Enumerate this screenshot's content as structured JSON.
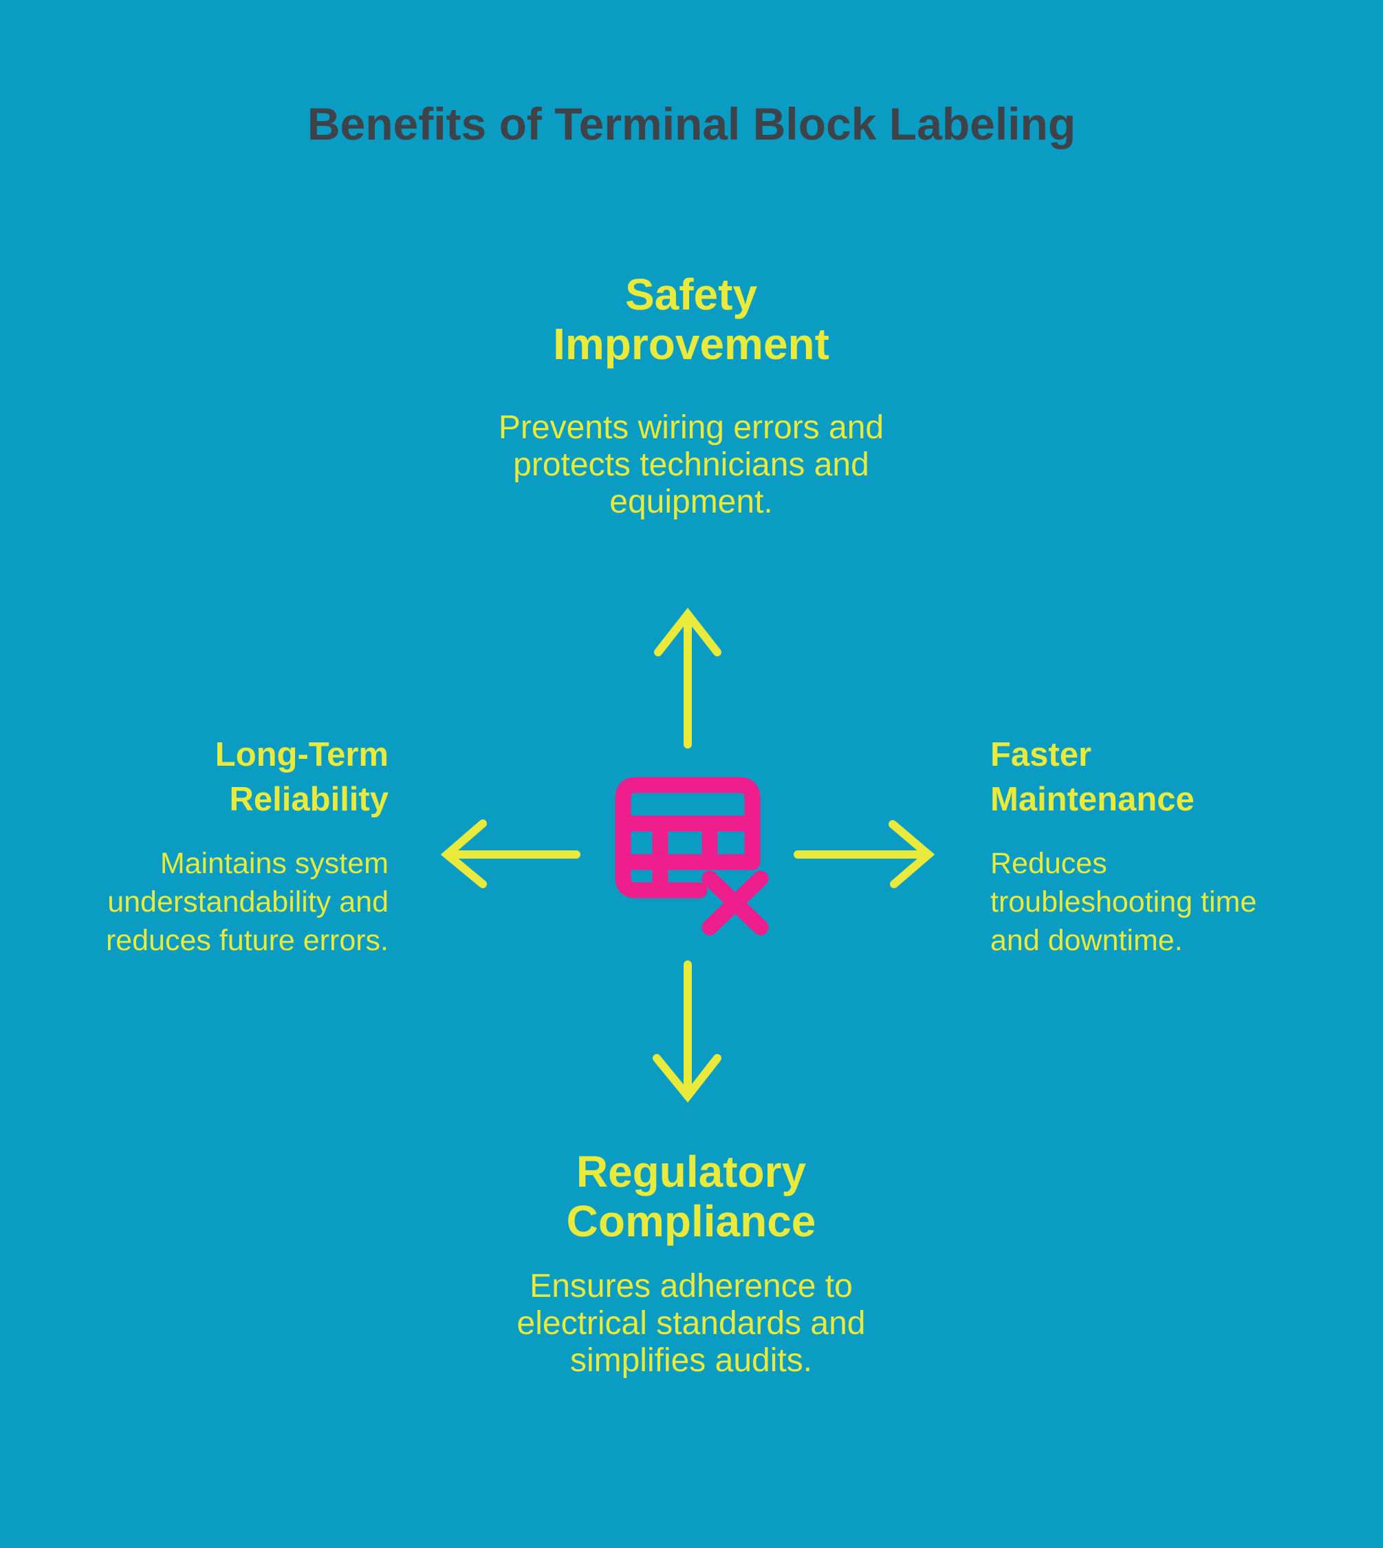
{
  "title": "Benefits of Terminal Block Labeling",
  "colors": {
    "background": "#0A9CC2",
    "accent_yellow": "#E9EA3B",
    "accent_pink": "#EE1E8C",
    "title_gray": "#3E434A"
  },
  "center": {
    "icon": "terminal-block-delete-icon"
  },
  "arrows": [
    {
      "icon": "arrow-up-icon",
      "direction": "up",
      "points_to": "Safety Improvement"
    },
    {
      "icon": "arrow-left-icon",
      "direction": "left",
      "points_to": "Long-Term Reliability"
    },
    {
      "icon": "arrow-right-icon",
      "direction": "right",
      "points_to": "Faster Maintenance"
    },
    {
      "icon": "arrow-down-icon",
      "direction": "down",
      "points_to": "Regulatory Compliance"
    }
  ],
  "sections": {
    "top": {
      "heading": "Safety\nImprovement",
      "body": "Prevents wiring errors and\nprotects technicians and\nequipment."
    },
    "left": {
      "heading": "Long-Term\nReliability",
      "body": "Maintains system\nunderstandability and\nreduces future errors."
    },
    "right": {
      "heading": "Faster\nMaintenance",
      "body": "Reduces\ntroubleshooting time\nand downtime."
    },
    "bottom": {
      "heading": "Regulatory\nCompliance",
      "body": "Ensures adherence to\nelectrical standards and\nsimplifies audits."
    }
  }
}
